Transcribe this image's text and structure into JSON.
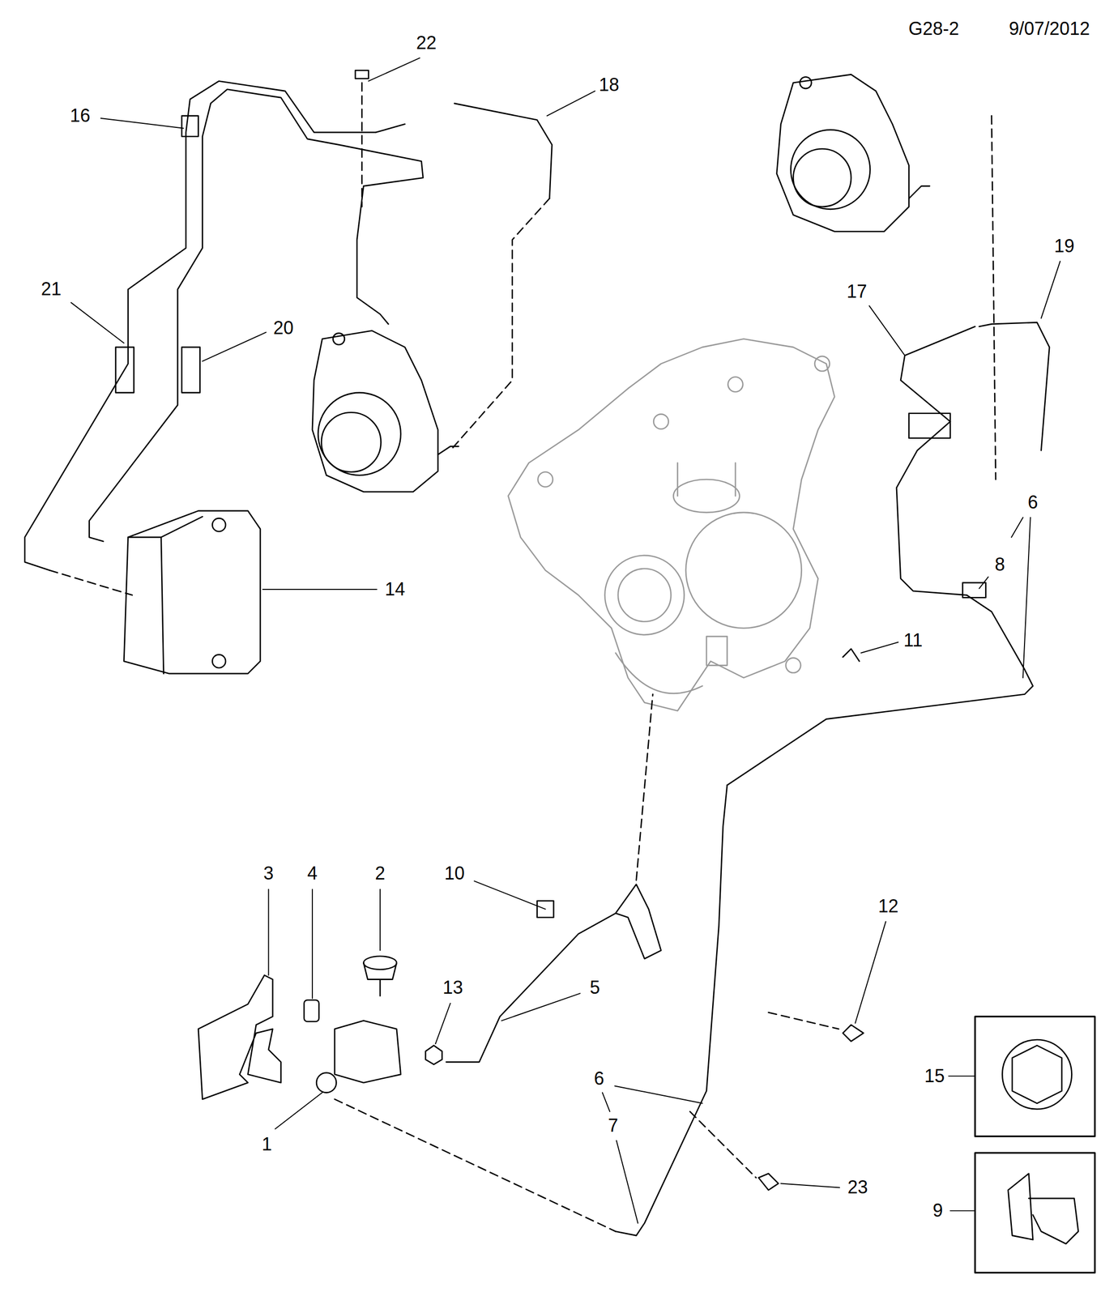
{
  "diagram": {
    "labels": [
      "G28-2",
      "9/07/2012",
      "22",
      "18",
      "16",
      "21",
      "20",
      "14",
      "17",
      "19",
      "6",
      "8",
      "11",
      "10",
      "2",
      "3",
      "4",
      "13",
      "5",
      "12",
      "6",
      "7",
      "1",
      "23",
      "15",
      "9"
    ]
  }
}
